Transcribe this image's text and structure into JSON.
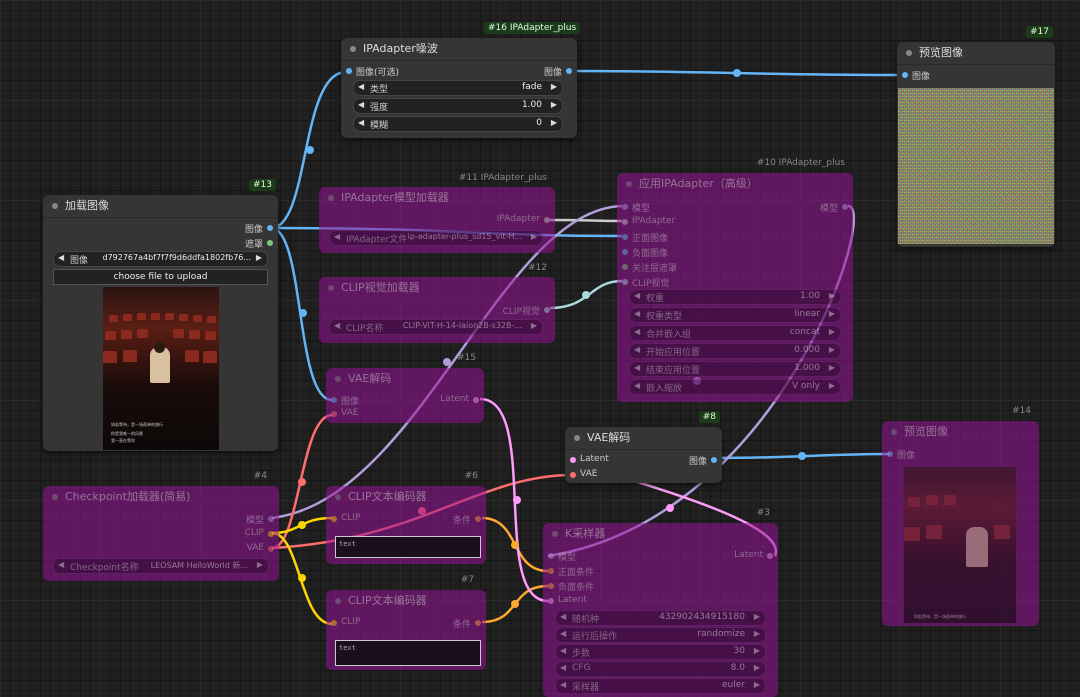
{
  "colors": {
    "image": "#64b5f6",
    "mask": "#81c784",
    "model": "#b39ddb",
    "clip": "#ffd500",
    "vae": "#ff6e6e",
    "latent": "#ff9cf9",
    "conditioning": "#ffa931",
    "clip_vision": "#a8dadc",
    "ipadapter": "#cccccc"
  },
  "n16": {
    "badge": "#16 IPAdapter_plus",
    "title": "IPAdapter噪波",
    "in_image": "图像(可选)",
    "out_image": "图像",
    "w": [
      {
        "label": "类型",
        "value": "fade"
      },
      {
        "label": "强度",
        "value": "1.00"
      },
      {
        "label": "模糊",
        "value": "0"
      }
    ]
  },
  "n17": {
    "badge": "#17",
    "title": "预览图像",
    "in_image": "图像"
  },
  "n13": {
    "badge": "#13",
    "title": "加载图像",
    "out_image": "图像",
    "out_mask": "遮罩",
    "w_label": "图像",
    "w_value": "d792767a4bf7f7f9d6ddfa1802fb76...",
    "upload": "choose file to upload",
    "caption1": "如若等待，是一场孤单的旅行",
    "caption2": "你是我唯一的风景",
    "caption3": "我一直在等你"
  },
  "n11": {
    "badge": "#11 IPAdapter_plus",
    "title": "IPAdapter模型加载器",
    "out": "IPAdapter",
    "w_label": "IPAdapter文件",
    "w_value": "ip-adapter-plus_sd15_vit-H..."
  },
  "n12": {
    "badge": "#12",
    "title": "CLIP视觉加载器",
    "out": "CLIP视觉",
    "w_label": "CLIP名称",
    "w_value": "CLIP-ViT-H-14-laion2B-s32B-..."
  },
  "n10": {
    "badge": "#10 IPAdapter_plus",
    "title": "应用IPAdapter（高级）",
    "ins": [
      "模型",
      "IPAdapter",
      "正面图像",
      "负面图像",
      "关注层遮罩",
      "CLIP视觉"
    ],
    "out": "模型",
    "w": [
      {
        "label": "权重",
        "value": "1.00"
      },
      {
        "label": "权重类型",
        "value": "linear"
      },
      {
        "label": "合并嵌入组",
        "value": "concat"
      },
      {
        "label": "开始应用位置",
        "value": "0.000"
      },
      {
        "label": "结束应用位置",
        "value": "1.000"
      },
      {
        "label": "嵌入缩放",
        "value": "V only"
      }
    ]
  },
  "n15": {
    "badge": "#15",
    "title": "VAE解码",
    "in1": "图像",
    "in2": "VAE",
    "out": "Latent"
  },
  "n8": {
    "badge": "#8",
    "title": "VAE解码",
    "in1": "Latent",
    "in2": "VAE",
    "out": "图像"
  },
  "n14": {
    "badge": "#14",
    "title": "预览图像",
    "in_image": "图像",
    "caption": "如若等待，是一场孤单的旅行"
  },
  "n4": {
    "badge": "#4",
    "title": "Checkpoint加载器(简易)",
    "out_model": "模型",
    "out_clip": "CLIP",
    "out_vae": "VAE",
    "w_label": "Checkpoint名称",
    "w_value": "LEOSAM HelloWorld 新..."
  },
  "n6": {
    "badge": "#6",
    "title": "CLIP文本编码器",
    "in": "CLIP",
    "out": "条件",
    "text": "text"
  },
  "n7": {
    "badge": "#7",
    "title": "CLIP文本编码器",
    "in": "CLIP",
    "out": "条件",
    "text": "text"
  },
  "n3": {
    "badge": "#3",
    "title": "K采样器",
    "ins": [
      "模型",
      "正面条件",
      "负面条件",
      "Latent"
    ],
    "out": "Latent",
    "w": [
      {
        "label": "随机种",
        "value": "432902434915180"
      },
      {
        "label": "运行后操作",
        "value": "randomize"
      },
      {
        "label": "步数",
        "value": "30"
      },
      {
        "label": "CFG",
        "value": "8.0"
      },
      {
        "label": "采样器",
        "value": "euler"
      }
    ]
  }
}
